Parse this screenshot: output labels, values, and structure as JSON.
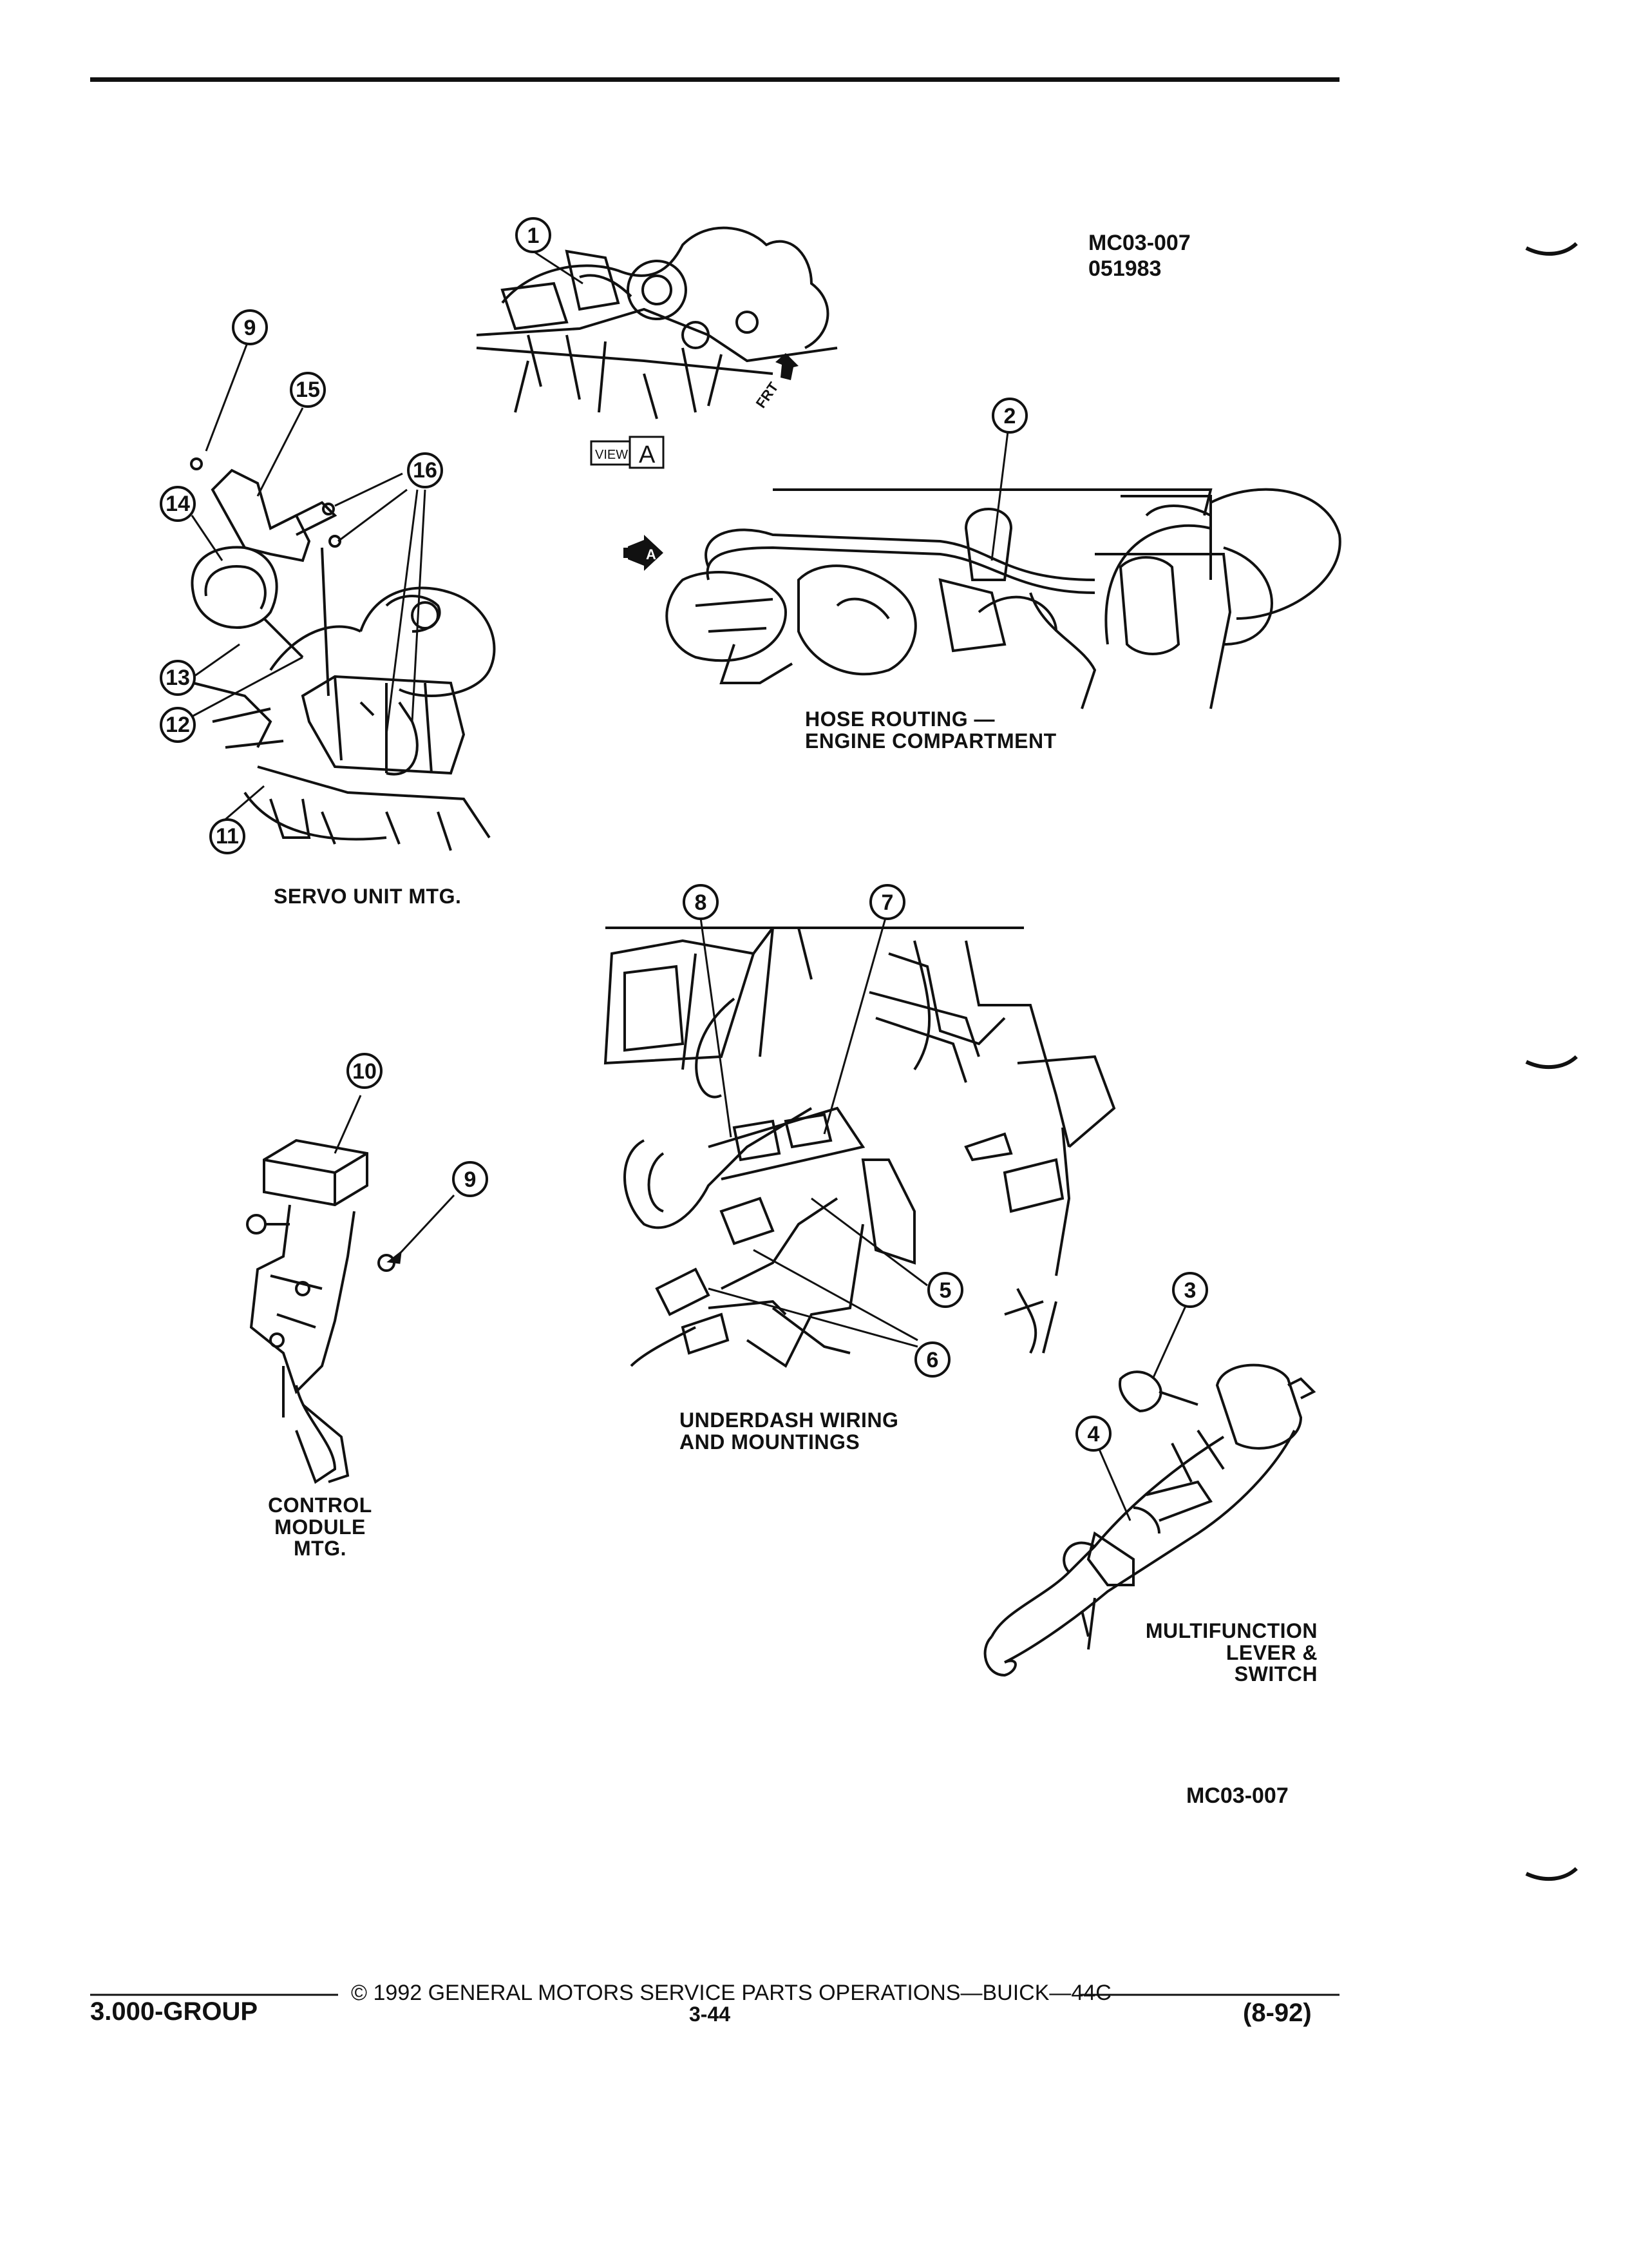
{
  "header": {
    "figure_code_top": "MC03-007",
    "figure_date": "051983"
  },
  "view_a": {
    "label_view": "VIEW",
    "label_letter": "A",
    "frt": "FRT"
  },
  "callouts": {
    "c1": "1",
    "c2": "2",
    "c3": "3",
    "c4": "4",
    "c5": "5",
    "c6": "6",
    "c7": "7",
    "c8": "8",
    "c9a": "9",
    "c9b": "9",
    "c10": "10",
    "c11": "11",
    "c12": "12",
    "c13": "13",
    "c14": "14",
    "c15": "15",
    "c16": "16"
  },
  "captions": {
    "servo_unit": "SERVO UNIT MTG.",
    "hose_routing_1": "HOSE ROUTING —",
    "hose_routing_2": "ENGINE COMPARTMENT",
    "underdash_1": "UNDERDASH WIRING",
    "underdash_2": "AND MOUNTINGS",
    "control_1": "CONTROL",
    "control_2": "MODULE",
    "control_3": "MTG.",
    "multifunction_1": "MULTIFUNCTION",
    "multifunction_2": "LEVER & SWITCH",
    "arrow_a": "A"
  },
  "figure_code_bottom": "MC03-007",
  "footer": {
    "group": "3.000-GROUP",
    "copyright": "© 1992 GENERAL MOTORS SERVICE PARTS OPERATIONS—BUICK—44C",
    "page": "3-44",
    "date": "(8-92)"
  }
}
